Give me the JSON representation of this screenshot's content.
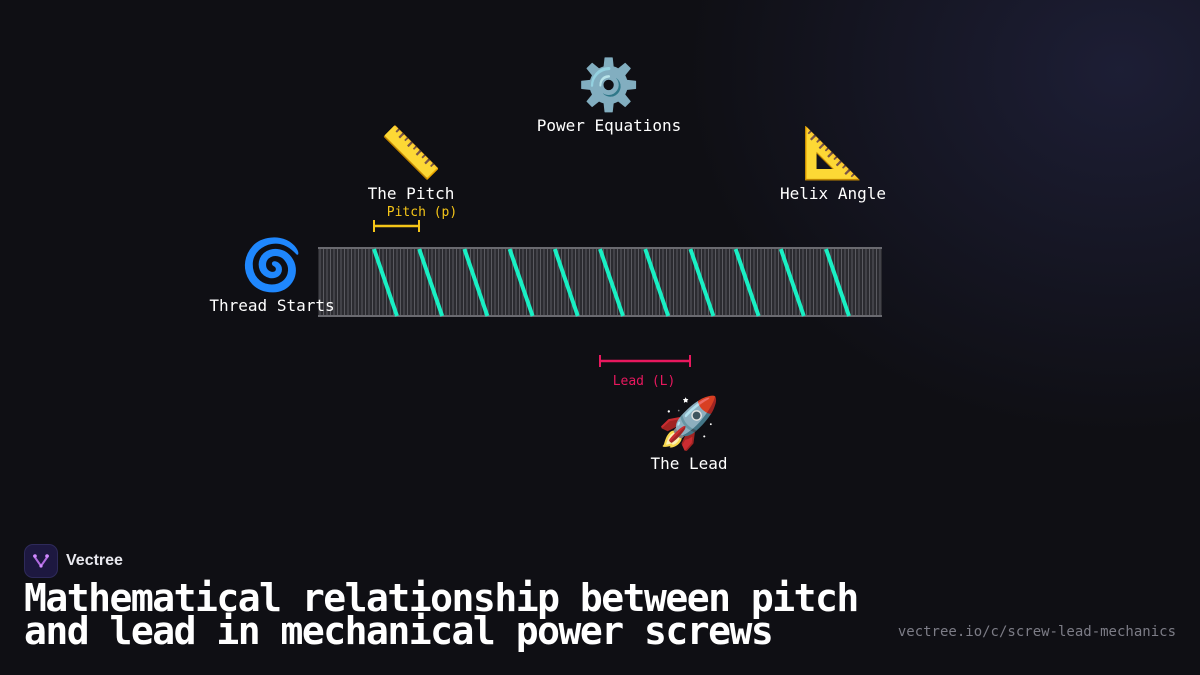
{
  "nodes": {
    "power": {
      "emoji": "⚙️",
      "label": "Power Equations"
    },
    "pitch": {
      "emoji": "📏",
      "label": "The Pitch"
    },
    "helix": {
      "emoji": "📐",
      "label": "Helix Angle"
    },
    "threads": {
      "emoji": "🌀",
      "label": "Thread Starts"
    },
    "lead": {
      "emoji": "🚀",
      "label": "The Lead"
    }
  },
  "annotations": {
    "pitch": "Pitch (p)",
    "lead": "Lead (L)"
  },
  "colors": {
    "thread": "#19f0c4",
    "pitch": "#f5c518",
    "lead": "#e8185e",
    "screw_body": "#2b2b30",
    "screw_hatch": "#5a5a60"
  },
  "brand": {
    "name": "Vectree"
  },
  "headline": "Mathematical relationship between pitch and lead in mechanical power screws",
  "url": "vectree.io/c/screw-lead-mechanics"
}
